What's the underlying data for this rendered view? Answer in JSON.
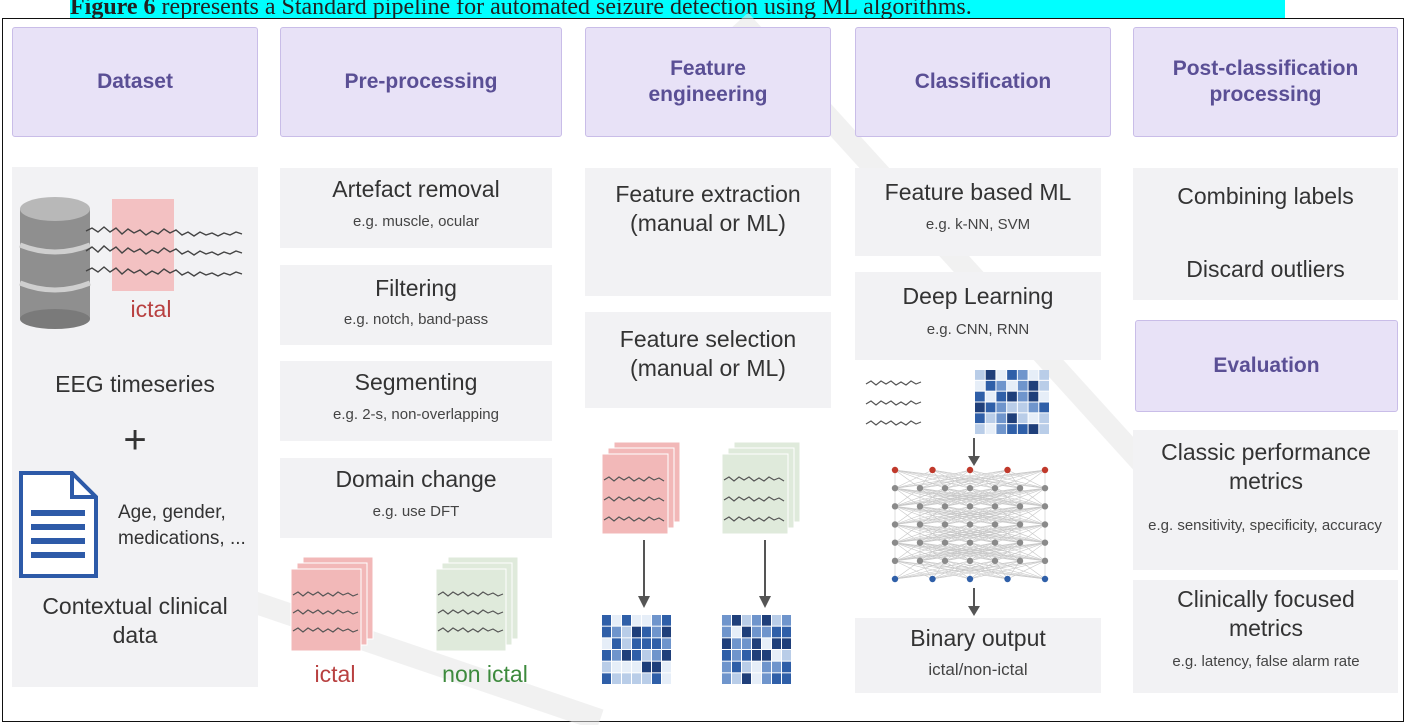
{
  "caption": {
    "prefix": "Figure 6",
    "rest": " represents a Standard pipeline for automated seizure detection using ML algorithms."
  },
  "headers": {
    "dataset": "Dataset",
    "preprocessing": "Pre-processing",
    "feature_eng": "Feature engineering",
    "classification": "Classification",
    "post": "Post-classification processing",
    "evaluation": "Evaluation"
  },
  "dataset": {
    "ictal": "ictal",
    "eeg": "EEG timeseries",
    "plus": "+",
    "doc_text": "Age, gender, medications, ...",
    "contextual": "Contextual clinical data"
  },
  "preprocessing": {
    "items": [
      {
        "title": "Artefact removal",
        "sub": "e.g. muscle, ocular"
      },
      {
        "title": "Filtering",
        "sub": "e.g. notch, band-pass"
      },
      {
        "title": "Segmenting",
        "sub": "e.g. 2-s, non-overlapping"
      },
      {
        "title": "Domain change",
        "sub": "e.g. use DFT"
      }
    ],
    "ictal": "ictal",
    "non_ictal": "non ictal"
  },
  "feature": {
    "extraction": "Feature extraction (manual or ML)",
    "selection": "Feature selection (manual or ML)"
  },
  "classification": {
    "feature_ml": "Feature based ML",
    "feature_ml_sub": "e.g. k-NN, SVM",
    "deep": "Deep Learning",
    "deep_sub": "e.g. CNN, RNN",
    "binary": "Binary output",
    "binary_sub": "ictal/non-ictal"
  },
  "post": {
    "combining": "Combining labels",
    "discard": "Discard outliers"
  },
  "evaluation": {
    "classic": "Classic performance metrics",
    "classic_sub": "e.g. sensitivity, specificity, accuracy",
    "clinical": "Clinically focused metrics",
    "clinical_sub": "e.g. latency, false alarm rate"
  },
  "colors": {
    "header_bg": "#e8e2f7",
    "header_text": "#5a4f95",
    "card_bg": "#f2f2f4",
    "ictal_red": "#b84040",
    "non_ictal_green": "#3d8a3d",
    "caption_highlight": "#00ffff"
  }
}
